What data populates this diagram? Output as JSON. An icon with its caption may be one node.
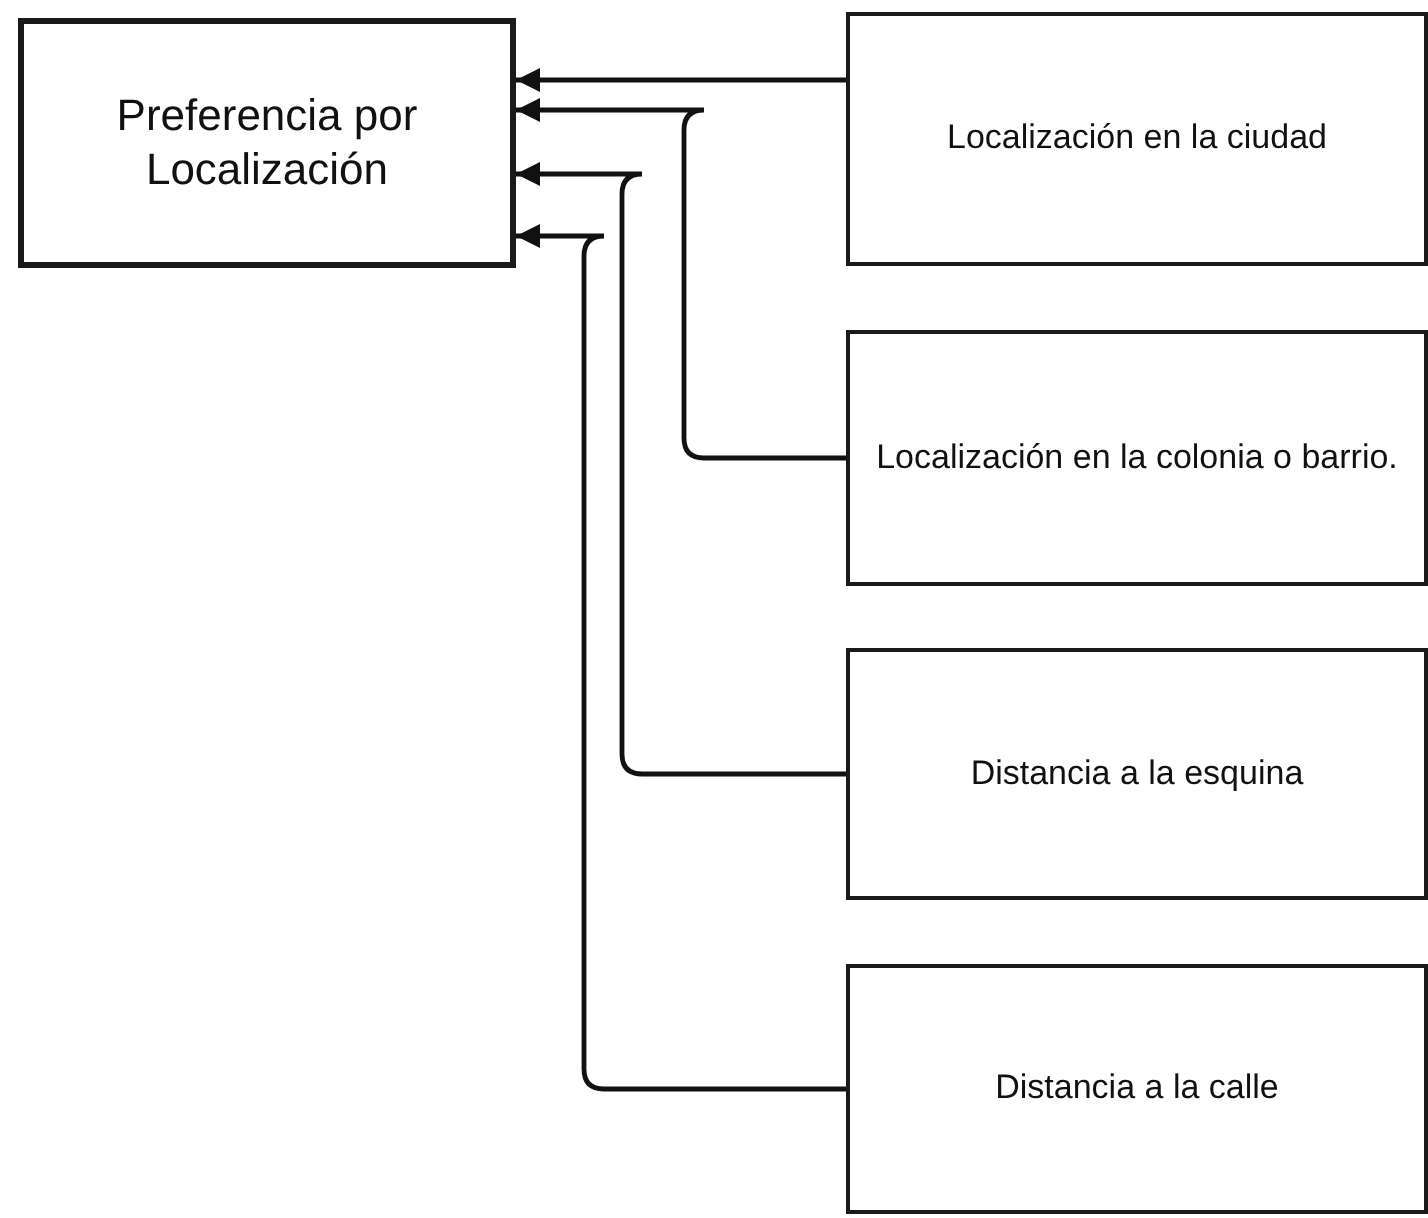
{
  "diagram": {
    "nodes": [
      {
        "text": [
          "Preferencia por Localización"
        ]
      },
      {
        "text": [
          "Localización en la ciudad"
        ]
      },
      {
        "text": [
          "Localización en la colonia o barrio."
        ]
      },
      {
        "text": [
          "Distancia a la esquina"
        ]
      },
      {
        "text": [
          "Distancia a la calle"
        ]
      }
    ],
    "edges": [
      {
        "from": 1,
        "to": 0,
        "arrow": "to"
      },
      {
        "from": 2,
        "to": 0,
        "arrow": "to"
      },
      {
        "from": 3,
        "to": 0,
        "arrow": "to"
      },
      {
        "from": 4,
        "to": 0,
        "arrow": "to"
      }
    ]
  }
}
